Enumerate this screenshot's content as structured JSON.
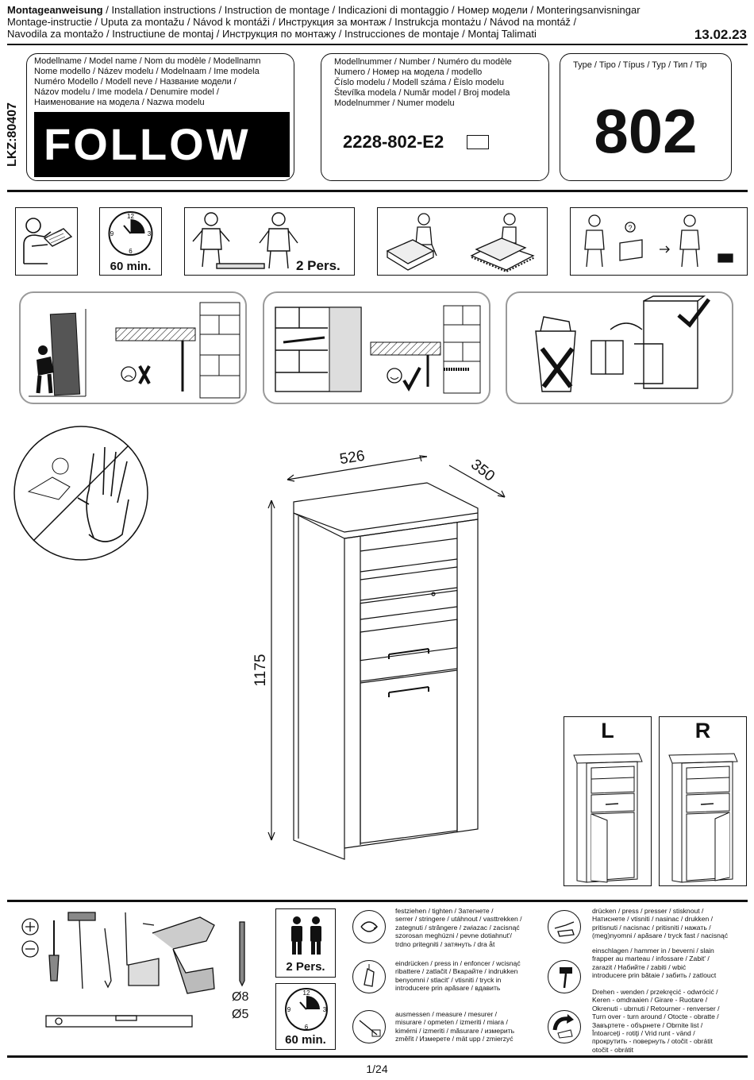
{
  "header": {
    "line1_bold": "Montageanweisung",
    "line1_rest": " / Installation instructions / Instruction de montage / Indicazioni di montaggio / Номер модели / Monteringsanvisningar",
    "line2": "Montage-instructie / Uputa za montažu / Návod k montáži / Инструкция за монтаж / Instrukcja montażu / Návod na montáž /",
    "line3": "Navodila za montažo / Instructiune de montaj / Инструкция по монтажу / Instrucciones de montaje / Montaj Talimati",
    "date": "13.02.23",
    "side_code": "LKZ:80407"
  },
  "model_box": {
    "lines": [
      "Modellname / Model name / Nom du modèle / Modellnamn",
      "Nome modello / Název modelu / Modelnaam / Ime modela",
      "Numéro Modello / Modell neve / Название модели /",
      "Názov modelu / Ime modela / Denumire model /",
      "Наименование на модела / Nazwa modelu"
    ],
    "name": "FOLLOW"
  },
  "number_box": {
    "lines": [
      "Modellnummer / Number / Numéro du modèle",
      "Numero / Номер на модела / modello",
      "Číslo modelu / Modell száma / Èíslo modelu",
      "Števílka modela / Număr model / Broj modela",
      "Modelnummer / Numer modelu"
    ],
    "number": "2228-802-E2"
  },
  "type_box": {
    "label": "Type / Tipo / Típus / Typ / Тип / Tip",
    "value": "802"
  },
  "pictos": {
    "time": "60 min.",
    "persons": "2 Pers."
  },
  "dimensions": {
    "width": "526",
    "depth": "350",
    "height": "1175"
  },
  "orientation": {
    "left": "L",
    "right": "R"
  },
  "tools": {
    "drill1": "Ø8",
    "drill2": "Ø5",
    "persons": "2 Pers.",
    "time": "60 min."
  },
  "legend": {
    "tighten": [
      "festziehen / tighten / Затегнете /",
      "serrer / stringere / utáhnout / vasttrekken /",
      "zategnuti / strângere / zwiazac / zacisnąć",
      "szorosan meghúzni / pevne dotiahnut'/",
      "trdno pritegniti / затянуть / dra åt"
    ],
    "pressin": [
      "eindrücken / press in / enfoncer / wcisnąć",
      "ribattere / zatlačit / Вкарайте / indrukken",
      "benyomni / stlacit' / vtisniti / tryck in",
      "introducere prin apăsare / вдавить"
    ],
    "measure": [
      "ausmessen / measure / mesurer /",
      "misurare / opmeten / izmeriti / miara /",
      "kimérni / izmeriti / măsurare / измерить",
      "změřit / Измерете / mät upp / zmierzyć"
    ],
    "press": [
      "drücken / press / presser / stisknout /",
      "Натиснете / vtisniti / nasinac / drukken /",
      "pritisnuti / nacisnac / pritisniti / нажать /",
      "(meg)nyomni / apăsare / tryck fast / nacisnąć"
    ],
    "hammer": [
      "einschlagen / hammer in / beverni / slain",
      "frapper au marteau / infossare / Zabit' /",
      "zarazit / Набийте / zabiti / wbić",
      "introducere prin bătaie / забить / zatlouct"
    ],
    "turn": [
      "Drehen - wenden / przekręcić - odwrócić /",
      "Keren - omdraaien / Girare - Ruotare /",
      "Okrenuti - ubrnuti / Retourner - renverser /",
      "Turn over - turn around / Otocte - obratte /",
      "Завъртете - обърнете / Obrnite list /",
      "Întoarceţi - rotiţi / Vrid runt - vänd /",
      "прокрутить - повернуть / otočit - obrátit",
      "otočit - obrátit"
    ]
  },
  "footer": {
    "page": "1/24"
  }
}
